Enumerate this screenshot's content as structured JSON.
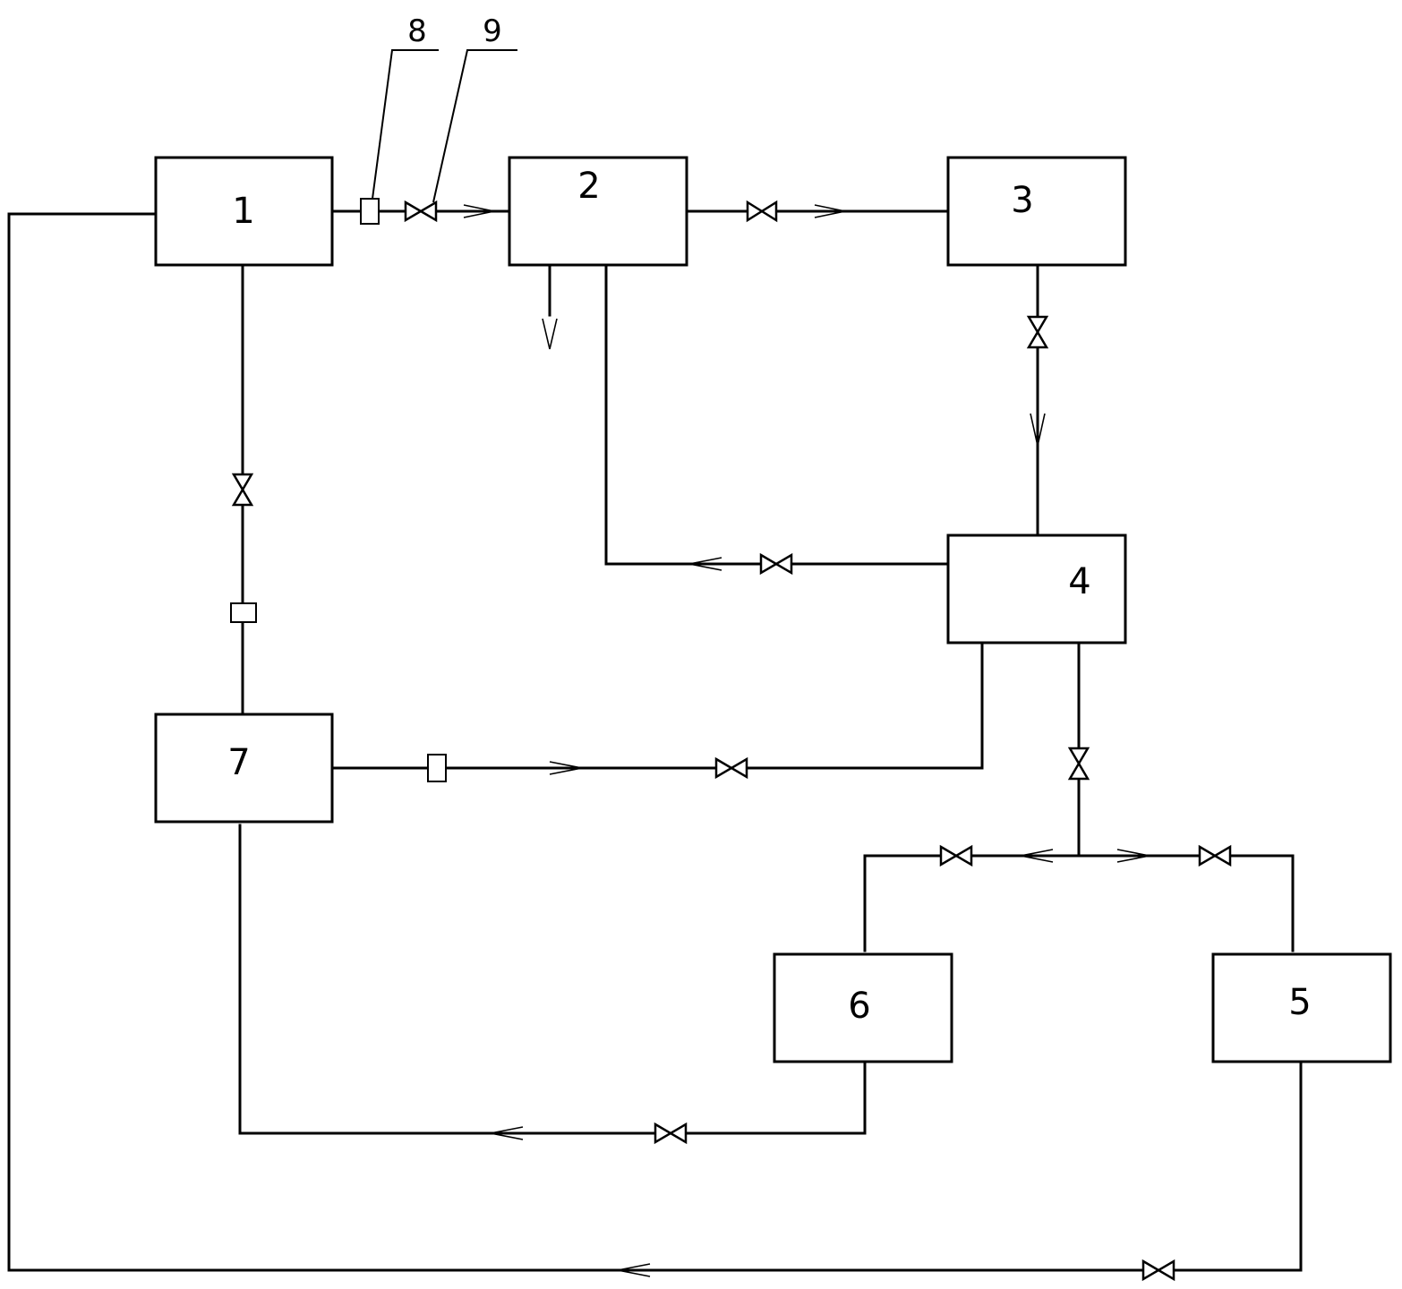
{
  "units": [
    {
      "id": "unit-1",
      "label": "1"
    },
    {
      "id": "unit-2",
      "label": "2"
    },
    {
      "id": "unit-3",
      "label": "3"
    },
    {
      "id": "unit-4",
      "label": "4"
    },
    {
      "id": "unit-5",
      "label": "5"
    },
    {
      "id": "unit-6",
      "label": "6"
    },
    {
      "id": "unit-7",
      "label": "7"
    }
  ],
  "callouts": [
    {
      "id": "callout-8",
      "label": "8",
      "refers_to": "flow-meter"
    },
    {
      "id": "callout-9",
      "label": "9",
      "refers_to": "valve"
    }
  ],
  "connections": [
    {
      "from": "1",
      "to": "2"
    },
    {
      "from": "2",
      "to": "3"
    },
    {
      "from": "3",
      "to": "4"
    },
    {
      "from": "4",
      "to": "2"
    },
    {
      "from": "7",
      "to": "4"
    },
    {
      "from": "4",
      "to": "6"
    },
    {
      "from": "4",
      "to": "5"
    },
    {
      "from": "6",
      "to": "7"
    },
    {
      "from": "5",
      "to": "1"
    },
    {
      "from": "7",
      "to": "1"
    }
  ]
}
